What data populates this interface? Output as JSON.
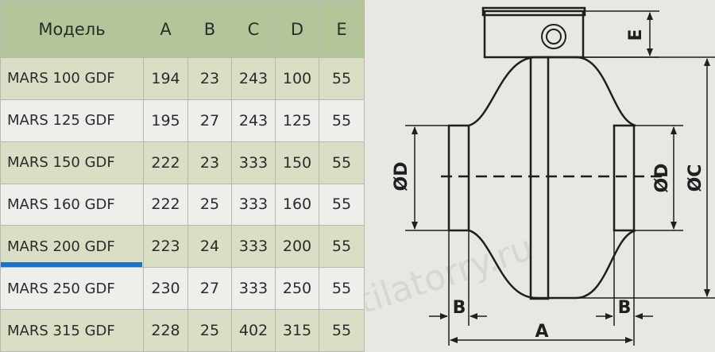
{
  "table": {
    "headers": [
      "Модель",
      "A",
      "B",
      "C",
      "D",
      "E"
    ],
    "rows": [
      [
        "MARS 100 GDF",
        "194",
        "23",
        "243",
        "100",
        "55"
      ],
      [
        "MARS 125 GDF",
        "195",
        "27",
        "243",
        "125",
        "55"
      ],
      [
        "MARS 150 GDF",
        "222",
        "23",
        "333",
        "150",
        "55"
      ],
      [
        "MARS 160 GDF",
        "222",
        "25",
        "333",
        "160",
        "55"
      ],
      [
        "MARS 200 GDF",
        "223",
        "24",
        "333",
        "200",
        "55"
      ],
      [
        "MARS 250 GDF",
        "230",
        "27",
        "333",
        "250",
        "55"
      ],
      [
        "MARS 315 GDF",
        "228",
        "25",
        "402",
        "315",
        "55"
      ]
    ]
  },
  "diagram": {
    "labels": {
      "E": "E",
      "D_left": "ØD",
      "D_right": "ØD",
      "C": "ØC",
      "B_left": "B",
      "B_right": "B",
      "A": "A"
    },
    "watermark": "ventilatorry.ru"
  },
  "colors": {
    "header_bg": "#b5c59a",
    "row_odd_bg": "#d9dfc5",
    "row_even_bg": "#eeeeea",
    "highlight": "#1a73c8"
  }
}
